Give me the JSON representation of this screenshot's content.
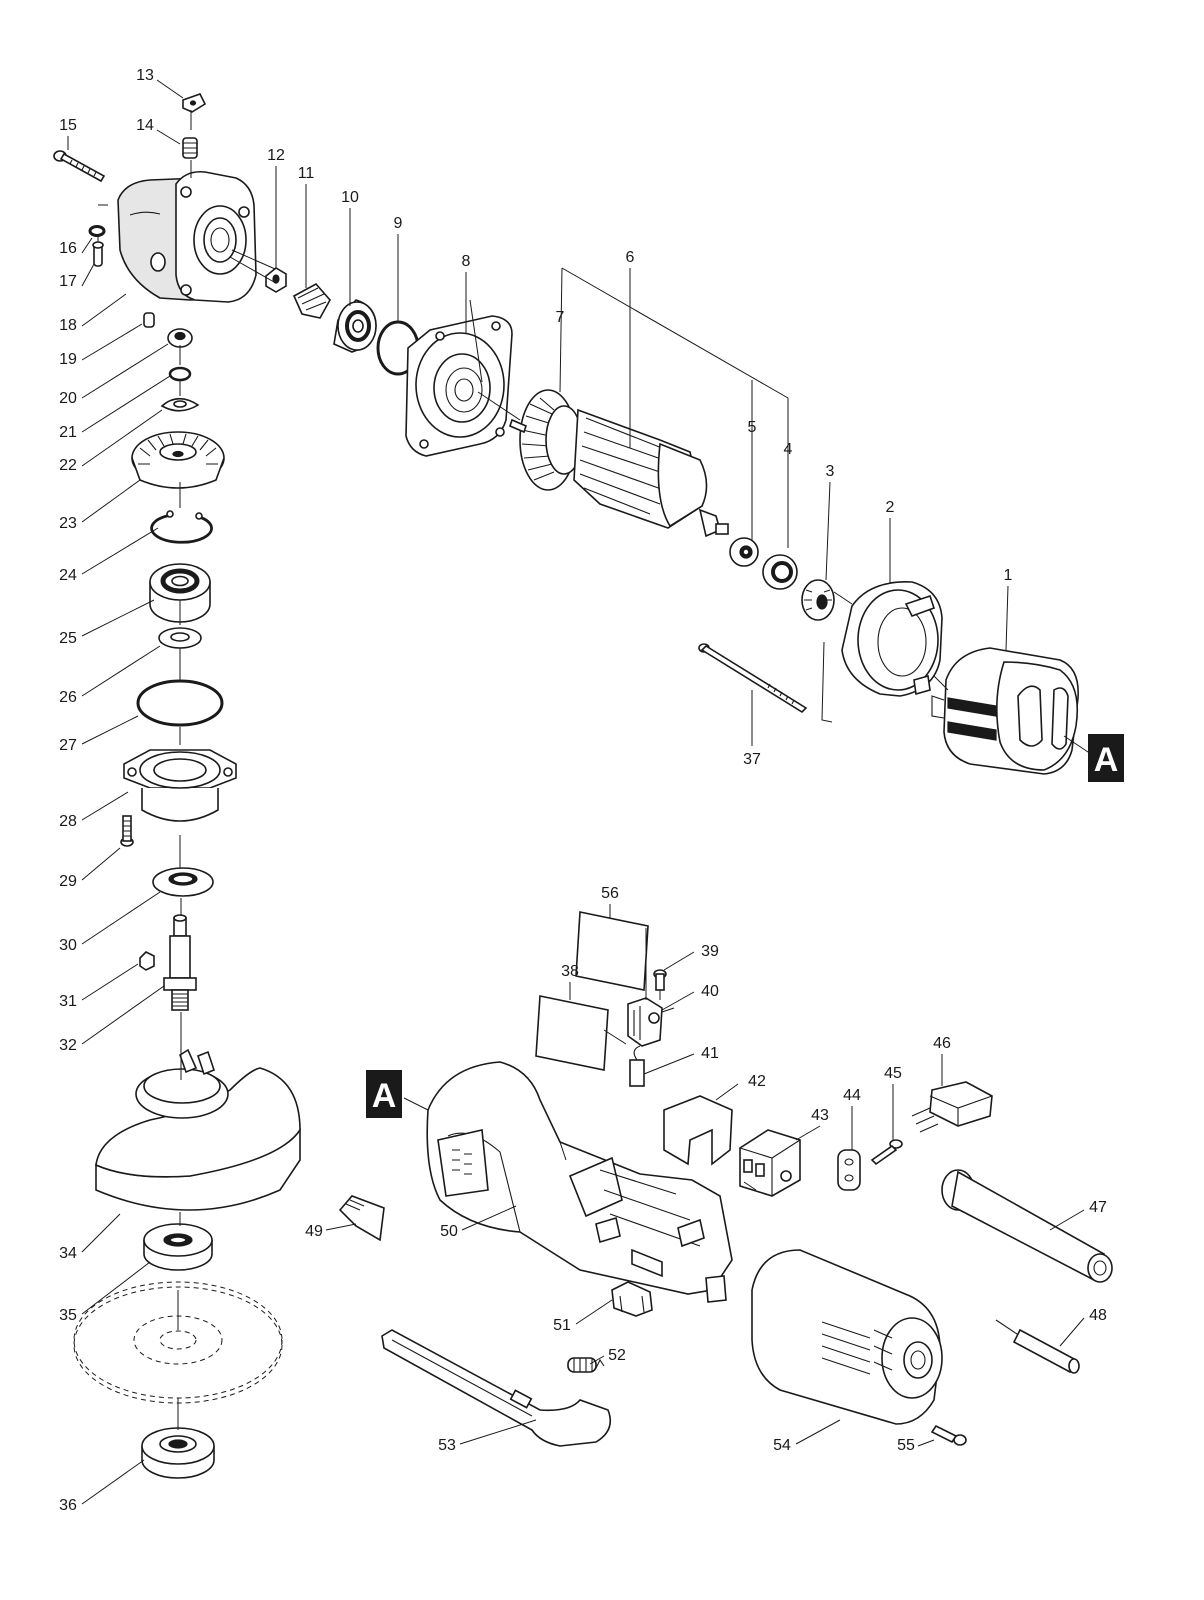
{
  "labels": {
    "l1": "1",
    "l2": "2",
    "l3": "3",
    "l4": "4",
    "l5": "5",
    "l6": "6",
    "l7": "7",
    "l8": "8",
    "l9": "9",
    "l10": "10",
    "l11": "11",
    "l12": "12",
    "l13": "13",
    "l14": "14",
    "l15": "15",
    "l16": "16",
    "l17": "17",
    "l18": "18",
    "l19": "19",
    "l20": "20",
    "l21": "21",
    "l22": "22",
    "l23": "23",
    "l24": "24",
    "l25": "25",
    "l26": "26",
    "l27": "27",
    "l28": "28",
    "l29": "29",
    "l30": "30",
    "l31": "31",
    "l32": "32",
    "l34": "34",
    "l35": "35",
    "l36": "36",
    "l37": "37",
    "l38": "38",
    "l39": "39",
    "l40": "40",
    "l41": "41",
    "l42": "42",
    "l43": "43",
    "l44": "44",
    "l45": "45",
    "l46": "46",
    "l47": "47",
    "l48": "48",
    "l49": "49",
    "l50": "50",
    "l51": "51",
    "l52": "52",
    "l53": "53",
    "l54": "54",
    "l55": "55",
    "l56": "56"
  },
  "markers": {
    "top": "A",
    "bottom": "A"
  }
}
